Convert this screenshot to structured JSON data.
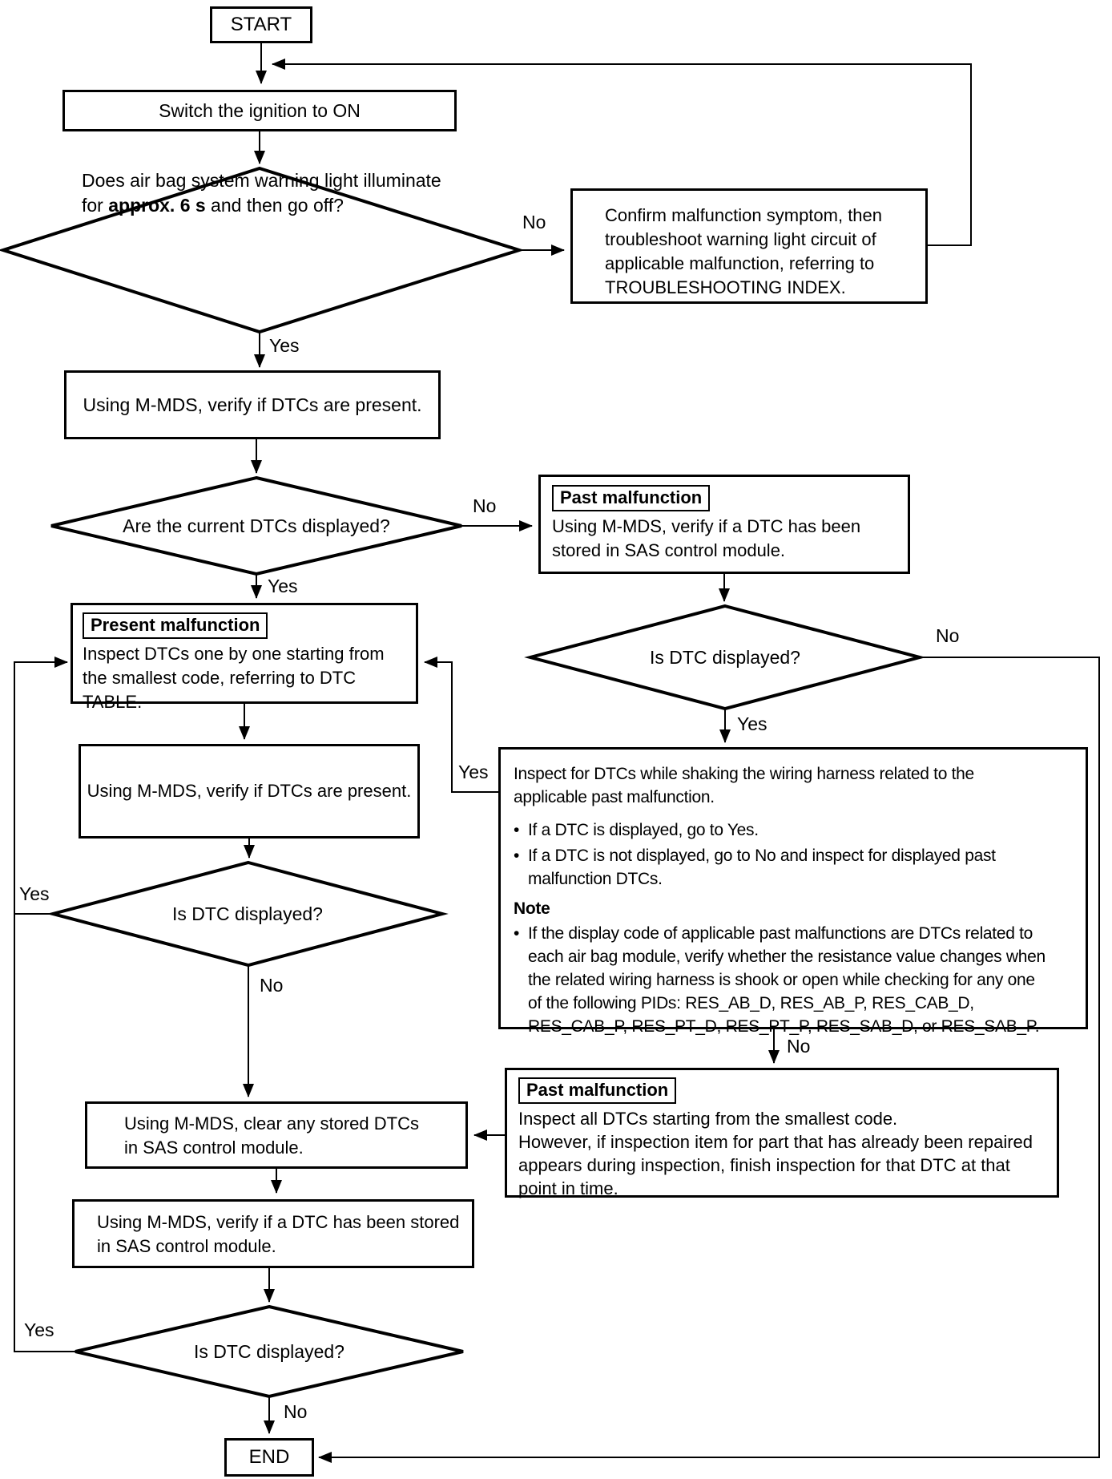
{
  "edge_labels": {
    "yes": "Yes",
    "no": "No"
  },
  "bullet_char": "•",
  "colors": {
    "line": "#000000",
    "background": "#ffffff"
  },
  "nodes": {
    "start": "START",
    "switch_ignition": "Switch the ignition to ON",
    "warning_light_check": {
      "line1": "Does air bag system warning light illuminate",
      "line2_prefix": "for ",
      "line2_bold": "approx. 6 s",
      "line2_suffix": " and then go off?"
    },
    "confirm_malfunction": "Confirm malfunction symptom, then\ntroubleshoot warning light circuit of\napplicable malfunction, referring to\nTROUBLESHOOTING INDEX.",
    "verify_dtcs_present_1": "Using M-MDS, verify if DTCs are present.",
    "current_dtcs_displayed": "Are the current DTCs displayed?",
    "past_malfunction_check": {
      "tag": "Past malfunction",
      "text": "Using M-MDS, verify if a DTC has been\nstored in SAS control module."
    },
    "is_dtc_displayed_right": "Is DTC displayed?",
    "present_malfunction": {
      "tag": "Present malfunction",
      "text": "Inspect DTCs one by one starting from\nthe smallest code, referring to DTC TABLE."
    },
    "verify_dtcs_present_2": "Using M-MDS, verify if DTCs are present.",
    "is_dtc_displayed_left": "Is DTC displayed?",
    "shake_harness": {
      "para": "Inspect for DTCs while shaking the wiring harness related to the\napplicable past malfunction.",
      "bullet1": "If a DTC is displayed, go to Yes.",
      "bullet2": "If a DTC is not displayed, go to No and inspect for displayed past\nmalfunction DTCs.",
      "note_label": "Note",
      "note_bullet": "If the display code of applicable past malfunctions are DTCs related to\neach air bag module, verify whether the resistance value changes when\nthe related wiring harness is shook or open while checking for any one\nof the following PIDs: RES_AB_D, RES_AB_P, RES_CAB_D,\nRES_CAB_P, RES_PT_D, RES_PT_P, RES_SAB_D, or RES_SAB_P."
    },
    "past_malfunction_inspect": {
      "tag": "Past malfunction",
      "text": "Inspect all DTCs starting from the smallest code.\nHowever, if inspection item for part that has already been repaired\nappears during inspection, finish inspection for that DTC at that\npoint in time."
    },
    "clear_dtcs": "Using M-MDS, clear any stored DTCs\nin SAS control module.",
    "verify_dtc_stored": "Using M-MDS, verify if a DTC has been stored\nin SAS control module.",
    "is_dtc_displayed_bottom": "Is DTC displayed?",
    "end": "END"
  }
}
